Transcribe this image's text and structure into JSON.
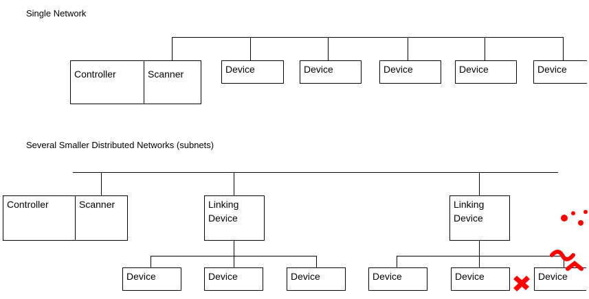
{
  "single": {
    "title": "Single Network",
    "controller": "Controller",
    "scanner": "Scanner",
    "devices": [
      "Device",
      "Device",
      "Device",
      "Device",
      "Device"
    ]
  },
  "subnets": {
    "title": "Several Smaller Distributed Networks (subnets)",
    "controller": "Controller",
    "scanner": "Scanner",
    "linking_1": "Linking Device",
    "linking_2": "Linking Device",
    "devices_1": [
      "Device",
      "Device",
      "Device"
    ],
    "devices_2": [
      "Device",
      "Device",
      "Device"
    ]
  },
  "colors": {
    "line": "#000000",
    "mark": "#ff0000"
  }
}
